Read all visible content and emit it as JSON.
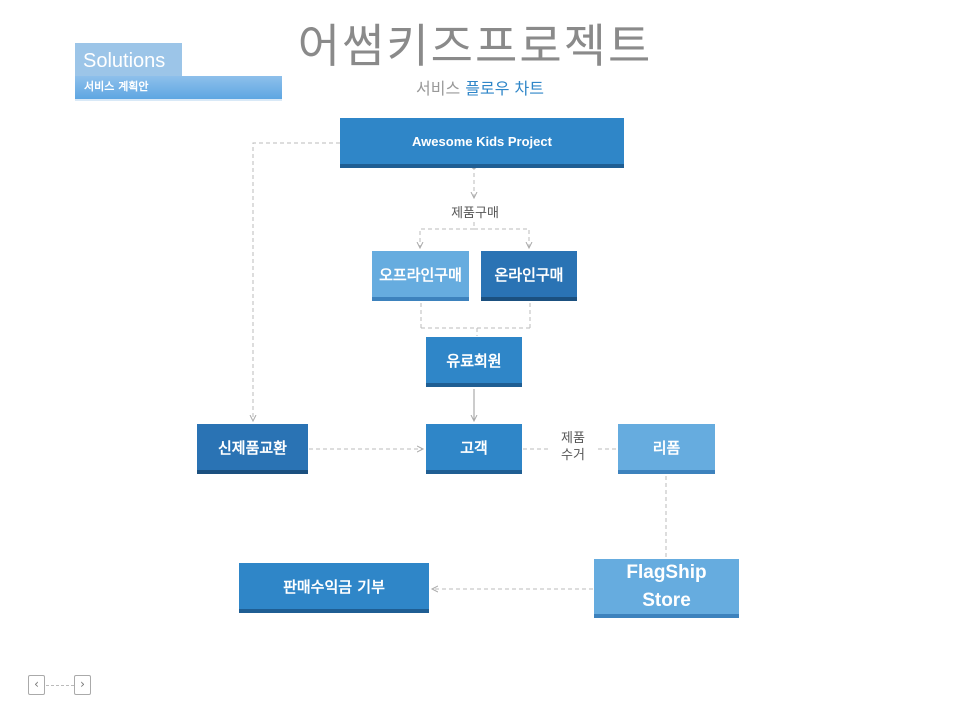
{
  "header": {
    "badge_title": "Solutions",
    "badge_subtitle": "서비스 계획안",
    "title": "어썸키즈프로젝트",
    "subtitle_prefix": "서비스 ",
    "subtitle_highlight": "플로우 차트"
  },
  "flow": {
    "root": "Awesome Kids Project",
    "purchase_label": "제품구매",
    "offline": "오프라인구매",
    "online": "온라인구매",
    "member": "유료회원",
    "exchange": "신제품교환",
    "customer": "고객",
    "collect_label_line1": "제품",
    "collect_label_line2": "수거",
    "refurb": "리폼",
    "flagship_line1": "FlagShip",
    "flagship_line2": "Store",
    "donation": "판매수익금 기부"
  },
  "colors": {
    "mid_blue": "#2f86c8",
    "dark_blue": "#2a73b4",
    "light_blue": "#66acdf",
    "title_gray": "#8a8a8a"
  },
  "nav": {
    "prev_icon": "chevron-left-icon",
    "next_icon": "chevron-right-icon",
    "prev": "‹",
    "next": "›"
  }
}
